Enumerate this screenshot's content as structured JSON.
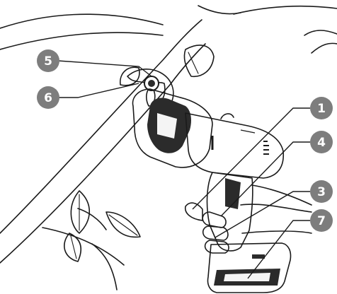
{
  "callouts": [
    {
      "id": "c5",
      "label": "5"
    },
    {
      "id": "c6",
      "label": "6"
    },
    {
      "id": "c1",
      "label": "1"
    },
    {
      "id": "c4",
      "label": "4"
    },
    {
      "id": "c3",
      "label": "3"
    },
    {
      "id": "c7",
      "label": "7"
    }
  ],
  "colors": {
    "badge": "#7d7d7d",
    "ink": "#1a1a1a",
    "tool_body": "#f4f4f4",
    "tool_dark": "#2b2b2b"
  }
}
